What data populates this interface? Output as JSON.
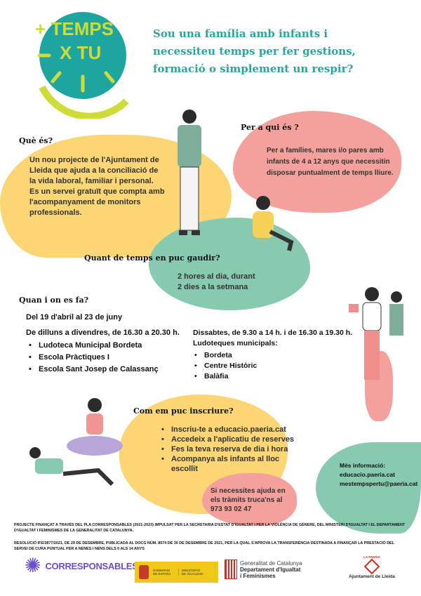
{
  "logo": {
    "line1": "+ TEMPS",
    "line2": "X TU",
    "colors": {
      "teal": "#1fa5a0",
      "lime": "#cddc39"
    }
  },
  "headline": [
    "Sou una família amb infants i",
    "necessiteu temps per fer gestions,",
    "formació o simplement un respir?"
  ],
  "que_es": {
    "title": "Què és?",
    "lines": [
      "Un nou projecte de l'Ajuntament de",
      "Lleida que ajuda a la conciliació de",
      "la vida laboral, familiar i personal.",
      "Es un servei gratuït que compta amb",
      "l'acompanyament de monitors",
      "professionals."
    ]
  },
  "per_a_qui": {
    "title": "Per a qui és ?",
    "lines": [
      "Per a famílies, mares i/o pares amb",
      "infants de 4 a 12 anys que necessitin",
      "disposar puntualment de temps lliure."
    ]
  },
  "quant": {
    "title": "Quant de temps en puc gaudir?",
    "lines": [
      "2 hores al dia, durant",
      "2 dies a la setmana"
    ]
  },
  "quan": {
    "title": "Quan i on  es fa?",
    "dates": "Del 19 d'abril al 23 de juny",
    "weekdays": {
      "heading": "De dilluns a divendres, de 16.30 a 20.30 h.",
      "items": [
        "Ludoteca Municipal Bordeta",
        "Escola Pràctiques I",
        "Escola Sant Josep de Calassanç"
      ]
    },
    "saturdays": {
      "heading": "Dissabtes, de 9.30 a 14 h. i de 16.30 a 19.30 h.",
      "sub": "Ludoteques municipals:",
      "items": [
        "Bordeta",
        "Centre Històric",
        "Balàfia"
      ]
    }
  },
  "inscriure": {
    "title": "Com em puc inscriure?",
    "items": [
      "Inscriu-te a educacio.paeria.cat",
      "Accedeix a l'aplicatiu de reserves",
      "Fes la teva reserva de dia i hora",
      "Acompanya als infants al lloc escollit"
    ]
  },
  "ajuda": {
    "lines": [
      "Si necessites ajuda en",
      "els tràmits truca'ns al",
      "973 93 02 47"
    ]
  },
  "info": {
    "lines": [
      "Més informació:",
      "educacio.paeria.cat",
      "mestempspertu@paeria.cat"
    ]
  },
  "footer": {
    "p1": "PROJECTE FINANÇAT A TRAVÉS DEL PLA CORRESPONSABLES (2021-2023) IMPULSAT PER LA SECRETARIA D'ESTAT D'IGUALTAT I PER LA VIOLÈNCIA DE GÈNERE, DEL MINISTERI D'IGUALTAT I EL DEPARTAMENT D'IGUALTAT I FEMINISMES DE LA GENERALITAT DE CATALUNYA.",
    "p2": "RESOLUCIÓ IFE/3877/2021, DE 29 DE DESEMBRE, PUBLICADA AL DOCG NÚM. 8574 DE 30 DE DESEMBRE DE 2021, PER LA QUAL S'APROVA LA TRANSFERÈNCIA DESTINADA A FINANÇAR LA PRESTACIÓ DEL SERVEI DE CURA PUNTUAL PER A NENES I NENS DELS 0 ALS 14 ANYS"
  },
  "logos": {
    "corresponsables": "CORRESPONSABLES",
    "gobierno": "GOBIERNO DE ESPAÑA",
    "ministerio": "MINISTERIO DE IGUALDAD",
    "gen1": "Generalitat de Catalunya",
    "gen2": "Departament d'Igualtat",
    "gen3": "i Feminismes",
    "paeria": "LA PAERIA",
    "ajuntament": "Ajuntament de Lleida"
  },
  "colors": {
    "yellow": "#fcd574",
    "pink": "#f4a19d",
    "green": "#88c9b2",
    "headline": "#2aa59f"
  }
}
